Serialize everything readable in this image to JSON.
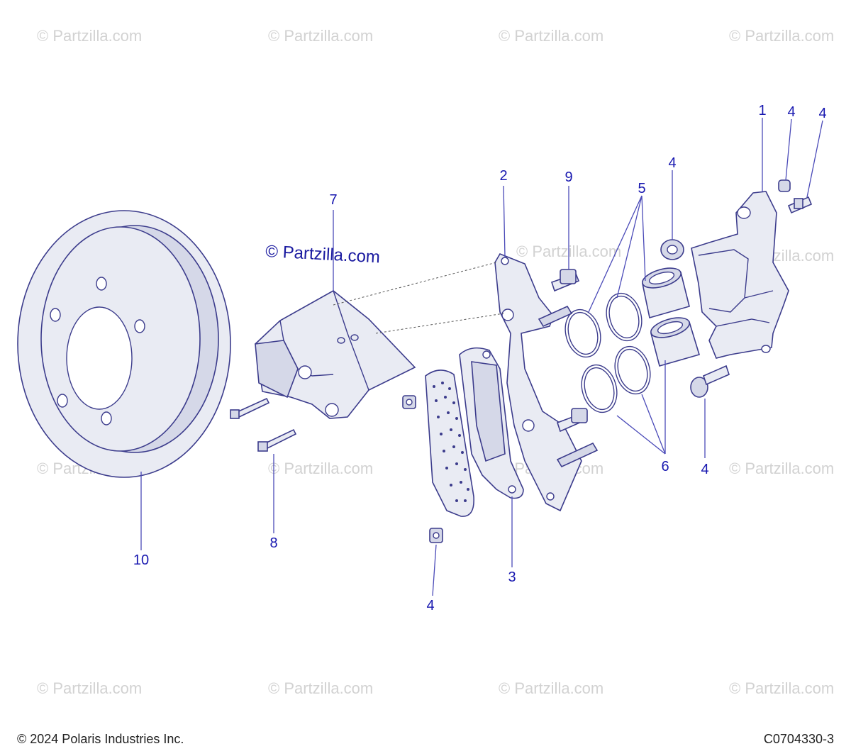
{
  "watermark": {
    "text": "© Partzilla.com",
    "main_text": "© Partzilla.com"
  },
  "callouts": {
    "c1": "1",
    "c2": "2",
    "c3": "3",
    "c4a": "4",
    "c4b": "4",
    "c4c": "4",
    "c4d": "4",
    "c4e": "4",
    "c5": "5",
    "c6": "6",
    "c7": "7",
    "c8": "8",
    "c9": "9",
    "c10": "10"
  },
  "footer": {
    "copyright": "© 2024 Polaris Industries Inc.",
    "drawing_number": "C0704330-3"
  },
  "colors": {
    "callout": "#1818b0",
    "watermark": "#d2d2d2",
    "part_fill": "#e9ebf3",
    "part_stroke": "#3c3c8c"
  }
}
